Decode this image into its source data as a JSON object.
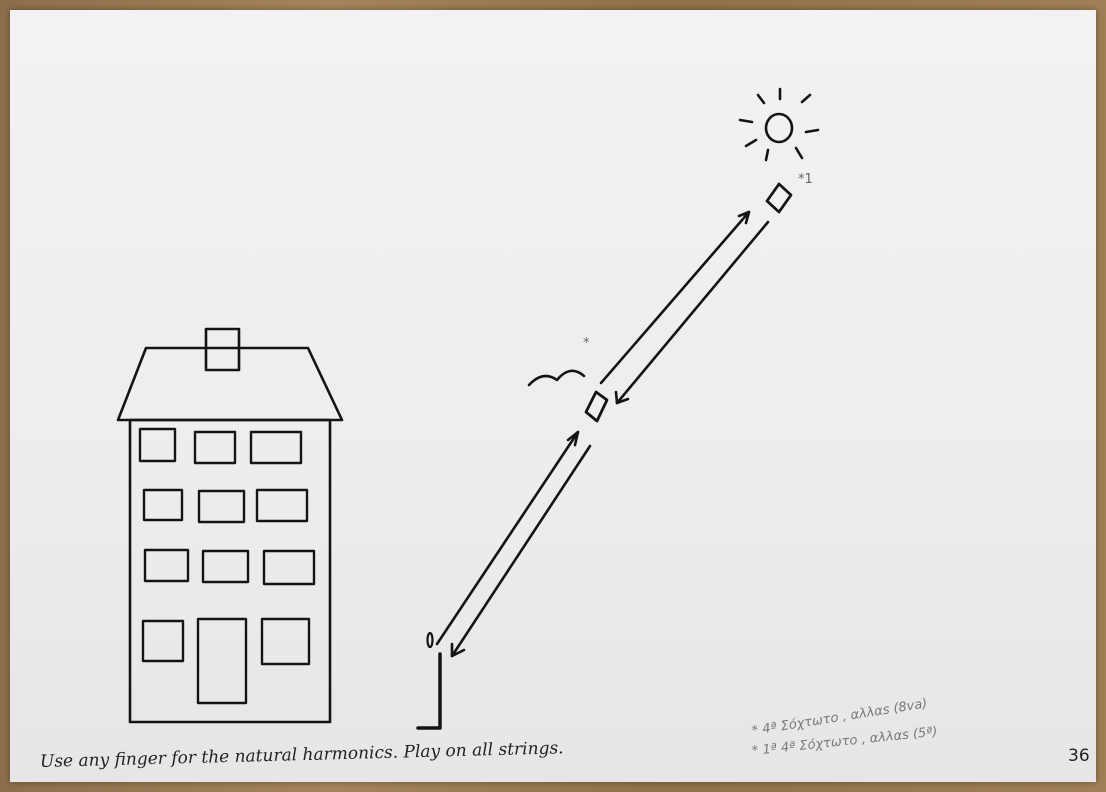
{
  "caption": "Use any finger for the natural harmonics. Play on all strings.",
  "page_number": "36",
  "footnotes": [
    "* 4ª Σόχτωτο , αλλαs (8va)",
    "* 1ª 4ª Σόχτωτο , αλλαs (5ª)"
  ],
  "star_marks": {
    "bird": "*",
    "high": "*1"
  },
  "colors": {
    "paper": "#eeeeef",
    "ink": "#141414",
    "wood": "#9a7a55"
  },
  "icons": [
    "sun-icon",
    "bird-icon",
    "building-icon"
  ]
}
